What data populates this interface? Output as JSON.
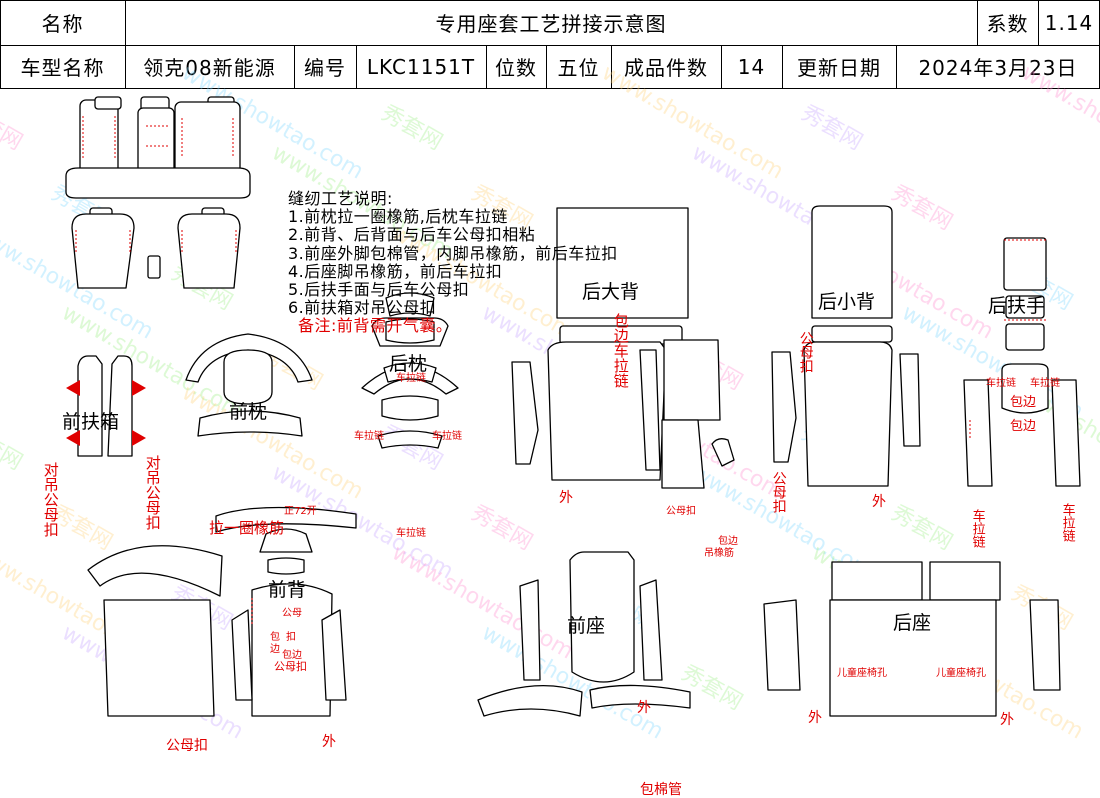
{
  "header": {
    "name_label": "名称",
    "doc_title": "专用座套工艺拼接示意图",
    "coef_label": "系数",
    "coef_value": "1.14",
    "model_label": "车型名称",
    "model_value": "领克08新能源",
    "code_label": "编号",
    "code_value": "LKC1151T",
    "seats_label": "位数",
    "seats_value": "五位",
    "pieces_label": "成品件数",
    "pieces_value": "14",
    "date_label": "更新日期",
    "date_value": "2024年3月23日"
  },
  "notes": {
    "title": "缝纫工艺说明:",
    "items": [
      "1.前枕拉一圈橡筋,后枕车拉链",
      "2.前背、后背面与后车公母扣相粘",
      "3.前座外脚包棉管，内脚吊橡筋，前后车拉扣",
      "4.后座脚吊橡筋，前后车拉扣",
      "5.后扶手面与后车公母扣",
      "6.前扶箱对吊公母扣"
    ],
    "remark": "备注:前背需开气囊。"
  },
  "sections": {
    "front_armrest_box": "前扶箱",
    "front_headrest": "前枕",
    "rear_headrest": "后枕",
    "rear_big_back": "后大背",
    "rear_small_back": "后小背",
    "rear_armrest": "后扶手",
    "front_back": "前背",
    "front_seat": "前座",
    "rear_seat": "后座"
  },
  "labels": {
    "dui_diao_gong_mu_kou": "对吊公母扣",
    "la_yi_quan_xiang_jin": "拉一圈橡筋",
    "zheng_kai": "正72开",
    "che_la_lian": "车拉链",
    "bao_bian_che_la_lian": "包边车拉链",
    "gong_mu_kou": "公母扣",
    "wai": "外",
    "bao_bian": "包边",
    "bao_bian_diao_xiang_jin_1": "包边",
    "bao_bian_diao_xiang_jin_2": "吊橡筋",
    "gong_mu_kou_short_1": "公母",
    "gong_mu_kou_short_2": "扣",
    "bao_bian_short": "包边",
    "bao_bian_fb_1": "包",
    "bao_bian_fb_2": "边",
    "bao_mian_guan": "包棉管",
    "child_seat_hole": "儿童座椅孔"
  },
  "watermark": {
    "brand": "秀套网",
    "site": "www.showtao.com"
  },
  "colors": {
    "line": "#000000",
    "annotation": "#e00000",
    "stitch": "#e00000"
  }
}
